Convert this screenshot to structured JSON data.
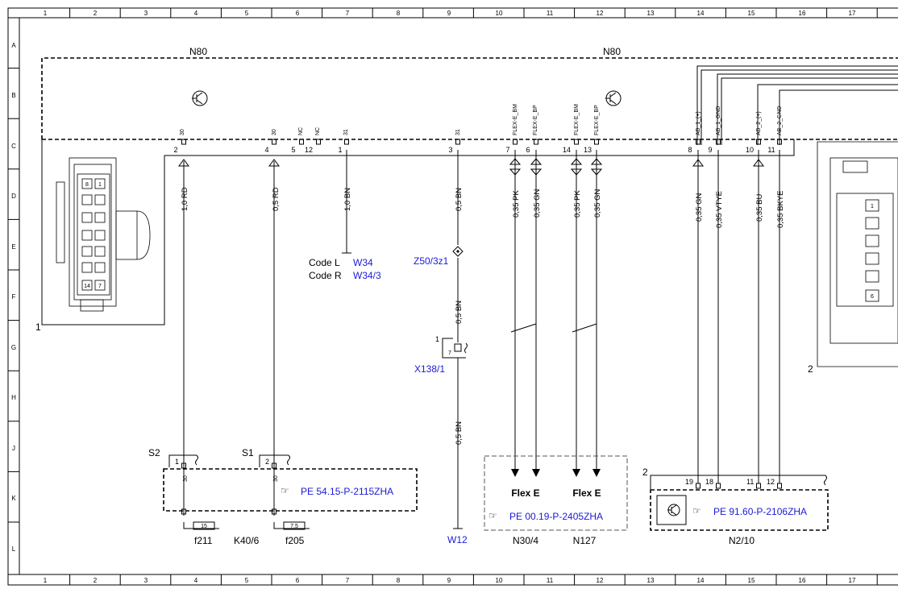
{
  "grid": {
    "cols": [
      "1",
      "2",
      "3",
      "4",
      "5",
      "6",
      "7",
      "8",
      "9",
      "10",
      "11",
      "12",
      "13",
      "14",
      "15",
      "16",
      "17"
    ],
    "rows": [
      "A",
      "B",
      "C",
      "D",
      "E",
      "F",
      "G",
      "H",
      "J",
      "K",
      "L"
    ]
  },
  "n80": {
    "label_left": "N80",
    "label_right": "N80",
    "tag": "1"
  },
  "pins": [
    {
      "num": "2",
      "sig": "30"
    },
    {
      "num": "4",
      "sig": "30"
    },
    {
      "num": "5",
      "sig": "NC"
    },
    {
      "num": "12",
      "sig": "NC"
    },
    {
      "num": "1",
      "sig": "31"
    },
    {
      "num": "3",
      "sig": "31"
    },
    {
      "num": "7",
      "sig": "FLEX-E_BM"
    },
    {
      "num": "6",
      "sig": "FLEX-E_BP"
    },
    {
      "num": "14",
      "sig": "FLEX-E_BM"
    },
    {
      "num": "13",
      "sig": "FLEX-E_BP"
    },
    {
      "num": "8",
      "sig": "AB_1_(+)"
    },
    {
      "num": "9",
      "sig": "AB_1_GND"
    },
    {
      "num": "10",
      "sig": "AB_2_(+)"
    },
    {
      "num": "11",
      "sig": "AB_2_GND"
    }
  ],
  "wires": [
    "1,0 RD",
    "0,5 RD",
    "1,0 BN",
    "0,5 BN",
    "0,35 PK",
    "0,35 GN",
    "0,35 PK",
    "0,35 GN",
    "0,35 GN",
    "0,35 VTYE",
    "0,35 BU",
    "0,35 BKYE",
    "0,5 BN",
    "0,5 BN"
  ],
  "codes": {
    "l_label": "Code L",
    "l_ref": "W34",
    "r_label": "Code R",
    "r_ref": "W34/3"
  },
  "z50": "Z50/3z1",
  "x138": {
    "label": "X138/1",
    "pin": "7",
    "tag": "1"
  },
  "w12": "W12",
  "k40": {
    "s2": "S2",
    "s1": "S1",
    "pin1": "1",
    "pin2": "2",
    "sig1": "30",
    "sig2": "30",
    "ref": "PE 54.15-P-2115ZHA",
    "f211_val": "15",
    "f205_val": "7,5",
    "f211": "f211",
    "k40_label": "K40/6",
    "f205": "f205"
  },
  "flex": {
    "label1": "Flex E",
    "label2": "Flex E",
    "ref": "PE 00.19-P-2405ZHA",
    "n30": "N30/4",
    "n127": "N127"
  },
  "n2": {
    "tag": "2",
    "pins": [
      "19",
      "18",
      "11",
      "12"
    ],
    "ref": "PE 91.60-P-2106ZHA",
    "label": "N2/10"
  },
  "conn_left": {
    "pins": [
      "8",
      "1",
      "14",
      "7"
    ]
  },
  "conn_right": {
    "tag": "2",
    "pins": [
      "1",
      "6"
    ]
  }
}
